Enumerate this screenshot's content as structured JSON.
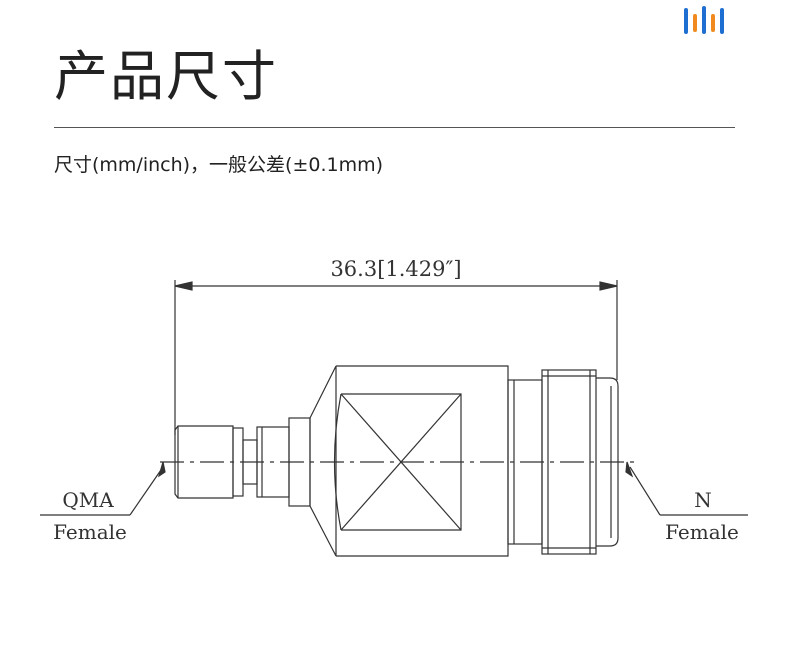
{
  "header": {
    "title": "产品尺寸",
    "subtitle": "尺寸(mm/inch)，一般公差(±0.1mm)"
  },
  "logo": {
    "icon": "brand-bars-icon",
    "colors": [
      "#1e6fd1",
      "#f08a1e"
    ]
  },
  "drawing": {
    "dimension_label": "36.3[1.429″]",
    "left_connector": {
      "type": "QMA",
      "gender": "Female"
    },
    "right_connector": {
      "type": "N",
      "gender": "Female"
    },
    "line_color": "#333333"
  }
}
